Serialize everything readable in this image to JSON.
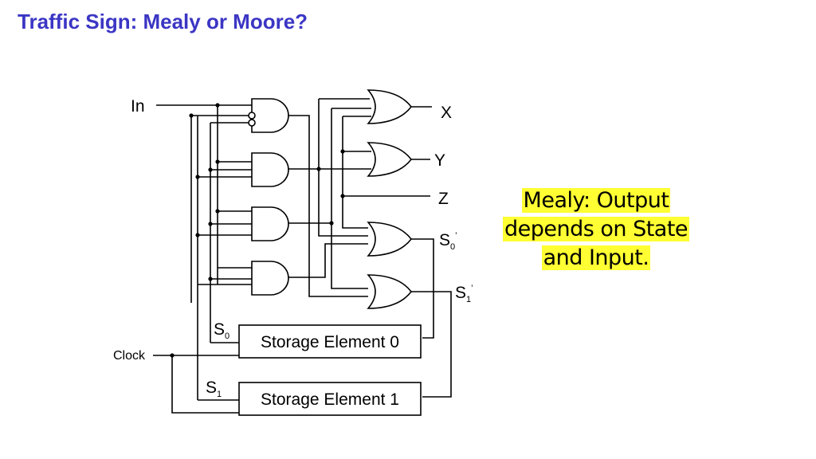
{
  "colors": {
    "title": "#3b36c4",
    "highlight": "#ffff33",
    "wire": "#000000"
  },
  "header": {
    "title": "Traffic Sign: Mealy or Moore?"
  },
  "circuit": {
    "input_label": "In",
    "clock_label": "Clock",
    "outputs": {
      "x": "X",
      "y": "Y",
      "z": "Z",
      "s0_next_base": "S",
      "s0_next_sub": "0",
      "s0_next_prime": "’",
      "s1_next_base": "S",
      "s1_next_sub": "1",
      "s1_next_prime": "’"
    },
    "state_labels": {
      "s0_base": "S",
      "s0_sub": "0",
      "s1_base": "S",
      "s1_sub": "1"
    },
    "storage_elements": [
      {
        "label": "Storage Element 0"
      },
      {
        "label": "Storage Element 1"
      }
    ]
  },
  "callout": {
    "lines": [
      "Mealy: Output",
      "depends on State",
      "and Input."
    ]
  }
}
